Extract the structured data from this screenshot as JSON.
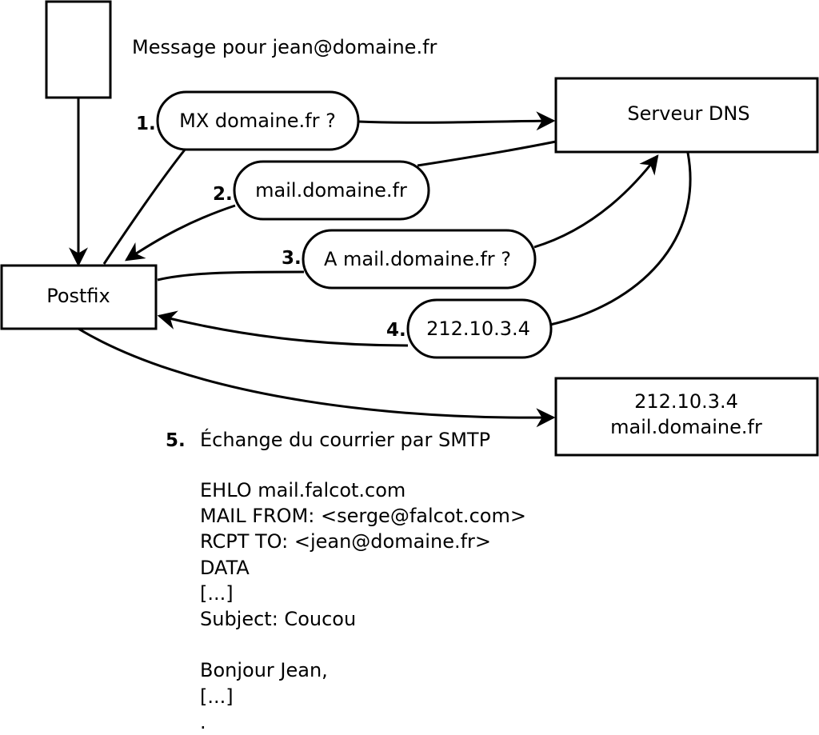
{
  "message_label": "Message pour jean@domaine.fr",
  "nodes": {
    "postfix": "Postfix",
    "dns_server": "Serveur DNS",
    "mail_server_ip": "212.10.3.4",
    "mail_server_host": "mail.domaine.fr"
  },
  "steps": [
    {
      "number": "1.",
      "label": "MX domaine.fr ?"
    },
    {
      "number": "2.",
      "label": "mail.domaine.fr"
    },
    {
      "number": "3.",
      "label": "A mail.domaine.fr ?"
    },
    {
      "number": "4.",
      "label": "212.10.3.4"
    }
  ],
  "smtp": {
    "number": "5.",
    "title": "Échange du courrier par SMTP",
    "lines": [
      "",
      "EHLO mail.falcot.com",
      "MAIL FROM: <serge@falcot.com>",
      "RCPT TO: <jean@domaine.fr>",
      "DATA",
      "[...]",
      "Subject: Coucou",
      "",
      "Bonjour Jean,",
      "[...]",
      "."
    ]
  },
  "colors": {
    "stroke": "#000000",
    "background": "#ffffff"
  }
}
